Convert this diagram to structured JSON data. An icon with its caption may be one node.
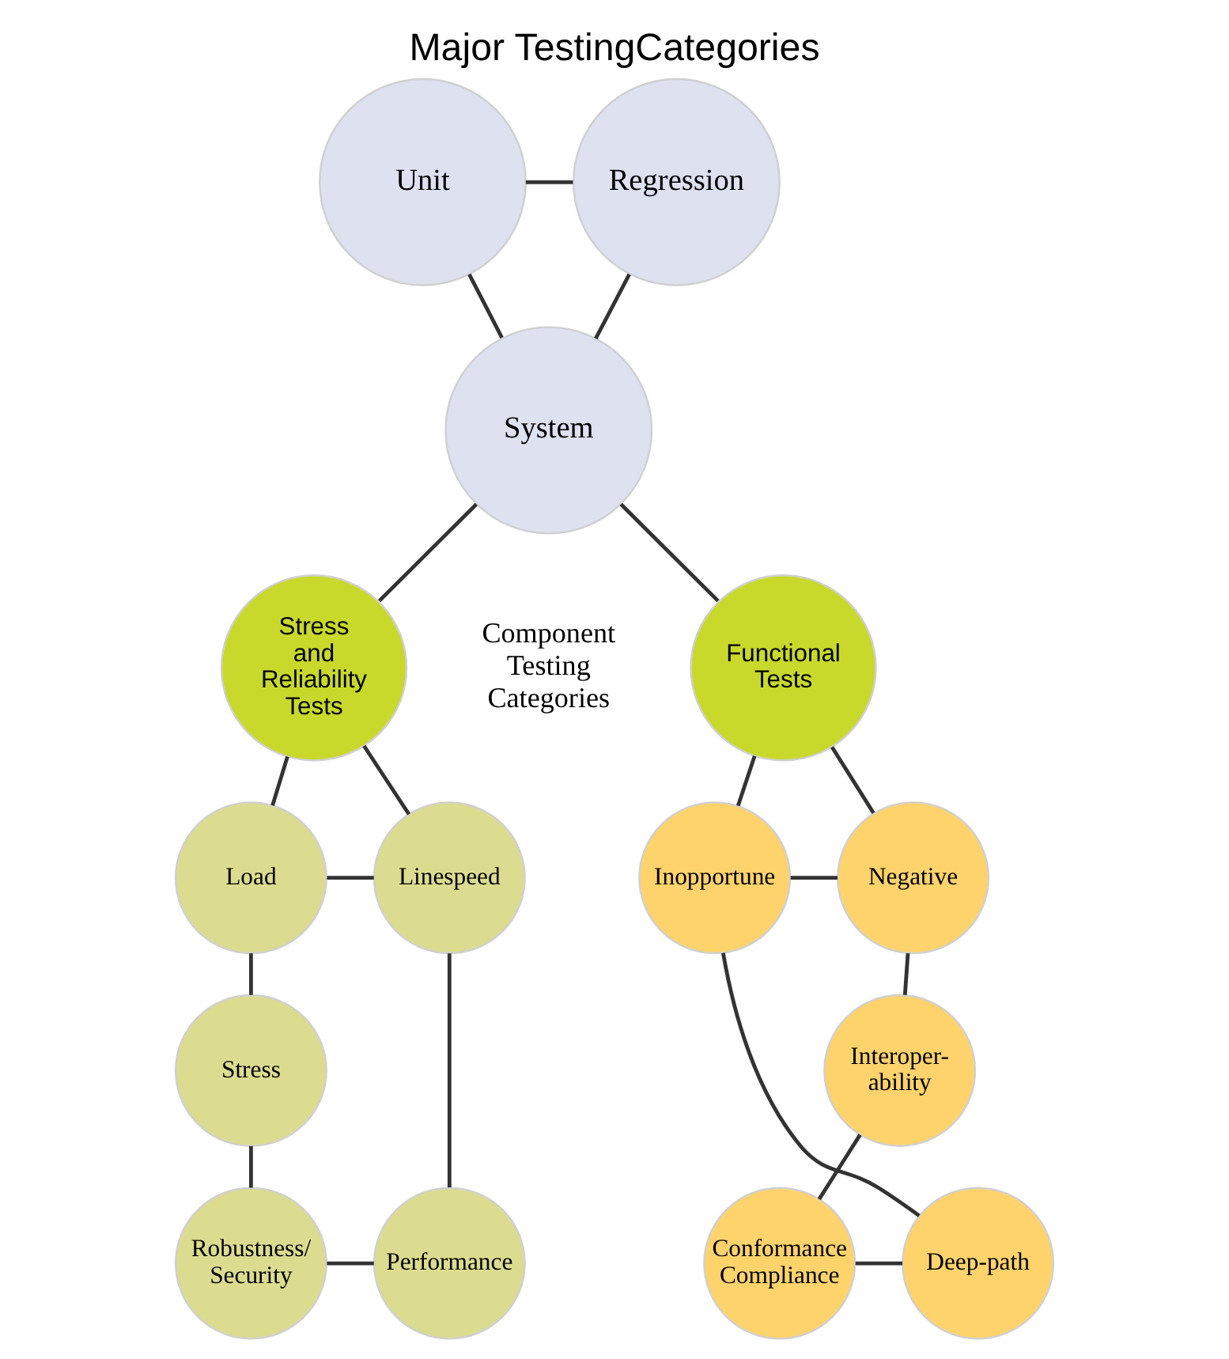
{
  "diagram": {
    "title": "Major TestingCategories",
    "nodes": [
      {
        "text": [
          "Unit"
        ]
      },
      {
        "text": [
          "Regression"
        ]
      },
      {
        "text": [
          "System"
        ]
      },
      {
        "text": [
          "Stress and Reliability Tests"
        ]
      },
      {
        "text": [
          "Functional Tests"
        ]
      },
      {
        "text": [
          "Load"
        ]
      },
      {
        "text": [
          "Linespeed"
        ]
      },
      {
        "text": [
          "Stress"
        ]
      },
      {
        "text": [
          "Performance"
        ]
      },
      {
        "text": [
          "Robustness/ Security"
        ]
      },
      {
        "text": [
          "Negative"
        ]
      },
      {
        "text": [
          "Inopportune"
        ]
      },
      {
        "text": [
          "Interoper- ability"
        ]
      },
      {
        "text": [
          "Deep-path"
        ]
      },
      {
        "text": [
          "Conformance Compliance"
        ]
      }
    ],
    "edges": [
      {
        "from": 0,
        "to": 1,
        "arrow": "none"
      },
      {
        "from": 0,
        "to": 2,
        "arrow": "none"
      },
      {
        "from": 1,
        "to": 2,
        "arrow": "none"
      },
      {
        "from": 2,
        "to": 3,
        "arrow": "none"
      },
      {
        "from": 2,
        "to": 4,
        "arrow": "none"
      },
      {
        "from": 3,
        "to": 5,
        "arrow": "none"
      },
      {
        "from": 3,
        "to": 6,
        "arrow": "none"
      },
      {
        "from": 5,
        "to": 6,
        "arrow": "none"
      },
      {
        "from": 5,
        "to": 7,
        "arrow": "none"
      },
      {
        "from": 7,
        "to": 9,
        "arrow": "none"
      },
      {
        "from": 9,
        "to": 8,
        "arrow": "none"
      },
      {
        "from": 8,
        "to": 6,
        "arrow": "none"
      },
      {
        "from": 4,
        "to": 10,
        "arrow": "none"
      },
      {
        "from": 4,
        "to": 11,
        "arrow": "none"
      },
      {
        "from": 11,
        "to": 10,
        "arrow": "none"
      },
      {
        "from": 10,
        "to": 12,
        "arrow": "none"
      },
      {
        "from": 12,
        "to": 14,
        "arrow": "none"
      },
      {
        "from": 14,
        "to": 13,
        "arrow": "none"
      },
      {
        "from": 13,
        "to": 11,
        "arrow": "none"
      }
    ],
    "labels": [
      "Component Testing Categories"
    ]
  }
}
